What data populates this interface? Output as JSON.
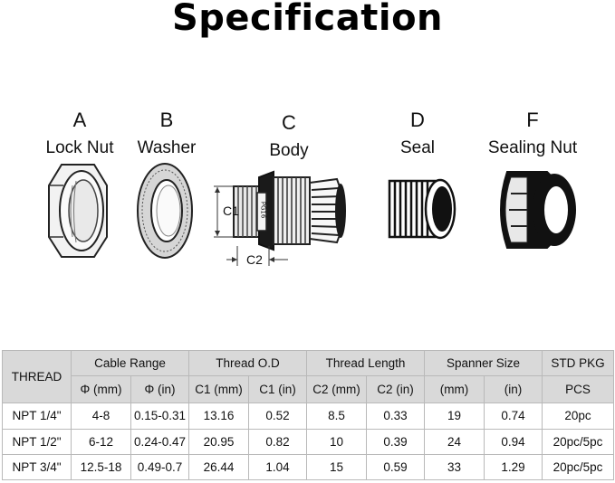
{
  "title": "Specification",
  "parts": [
    {
      "letter": "A",
      "name": "Lock Nut"
    },
    {
      "letter": "B",
      "name": "Washer"
    },
    {
      "letter": "C",
      "name": "Body"
    },
    {
      "letter": "D",
      "name": "Seal"
    },
    {
      "letter": "F",
      "name": "Sealing Nut"
    }
  ],
  "dimension_labels": {
    "c1": "C1",
    "c2": "C2",
    "body_mark": "PG16"
  },
  "table": {
    "thread_header": "THREAD",
    "groups": [
      "Cable Range",
      "Thread O.D",
      "Thread Length",
      "Spanner Size",
      "STD PKG"
    ],
    "subheaders": [
      "Φ (mm)",
      "Φ (in)",
      "C1 (mm)",
      "C1 (in)",
      "C2 (mm)",
      "C2 (in)",
      "(mm)",
      "(in)",
      "PCS"
    ],
    "rows": [
      [
        "NPT 1/4\"",
        "4-8",
        "0.15-0.31",
        "13.16",
        "0.52",
        "8.5",
        "0.33",
        "19",
        "0.74",
        "20pc"
      ],
      [
        "NPT 1/2\"",
        "6-12",
        "0.24-0.47",
        "20.95",
        "0.82",
        "10",
        "0.39",
        "24",
        "0.94",
        "20pc/5pc"
      ],
      [
        "NPT 3/4\"",
        "12.5-18",
        "0.49-0.7",
        "26.44",
        "1.04",
        "15",
        "0.59",
        "33",
        "1.29",
        "20pc/5pc"
      ]
    ]
  }
}
